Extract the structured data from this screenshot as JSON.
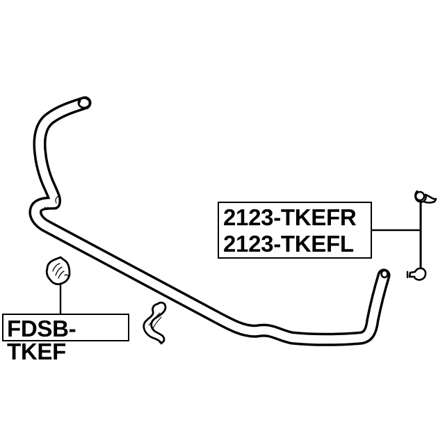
{
  "diagram": {
    "type": "parts-diagram",
    "subject": "stabilizer bar assembly",
    "line_color": "#000000",
    "background": "#ffffff",
    "callouts": [
      {
        "id": "stabilizer-link",
        "part_numbers": [
          "2123-TKEFR",
          "2123-TKEFL"
        ],
        "points_to": "stabilizer link"
      },
      {
        "id": "stabilizer-bushing",
        "part_numbers": [
          "FDSB-TKEF"
        ],
        "points_to": "stabilizer bushing"
      }
    ],
    "components": [
      "stabilizer-bar",
      "stabilizer-link",
      "stabilizer-bushing",
      "bushing-bracket"
    ]
  }
}
